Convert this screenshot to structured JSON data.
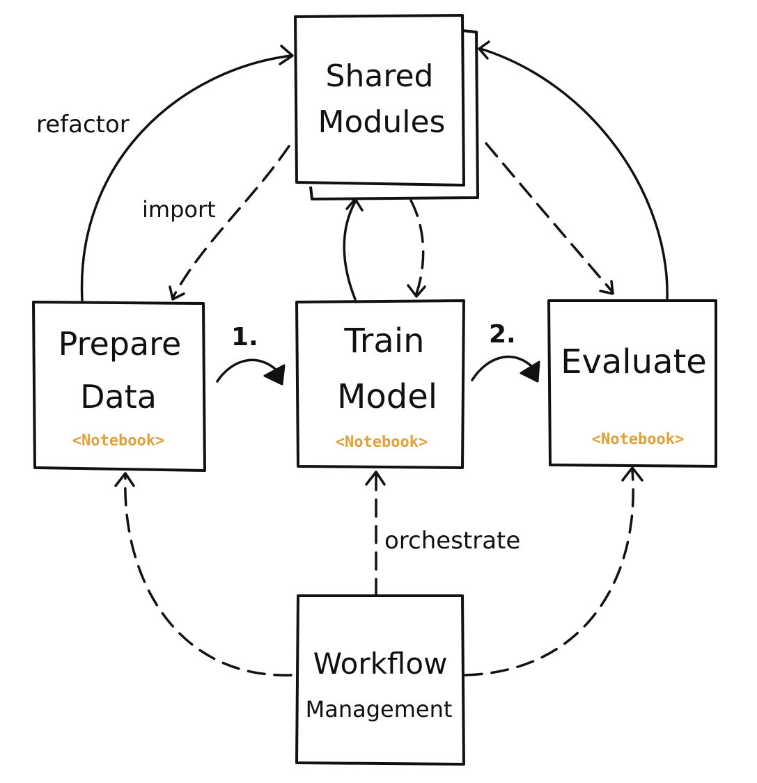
{
  "nodes": {
    "shared": {
      "line1": "Shared",
      "line2": "Modules"
    },
    "prepare": {
      "line1": "Prepare",
      "line2": "Data",
      "tag": "<Notebook>"
    },
    "train": {
      "line1": "Train",
      "line2": "Model",
      "tag": "<Notebook>"
    },
    "evaluate": {
      "line1": "Evaluate",
      "tag": "<Notebook>"
    },
    "workflow": {
      "line1": "Workflow",
      "line2": "Management"
    }
  },
  "edges": {
    "refactor": "refactor",
    "import": "import",
    "orchestrate": "orchestrate",
    "step1": "1.",
    "step2": "2."
  },
  "colors": {
    "ink": "#111111",
    "tag": "#e0a03c"
  }
}
